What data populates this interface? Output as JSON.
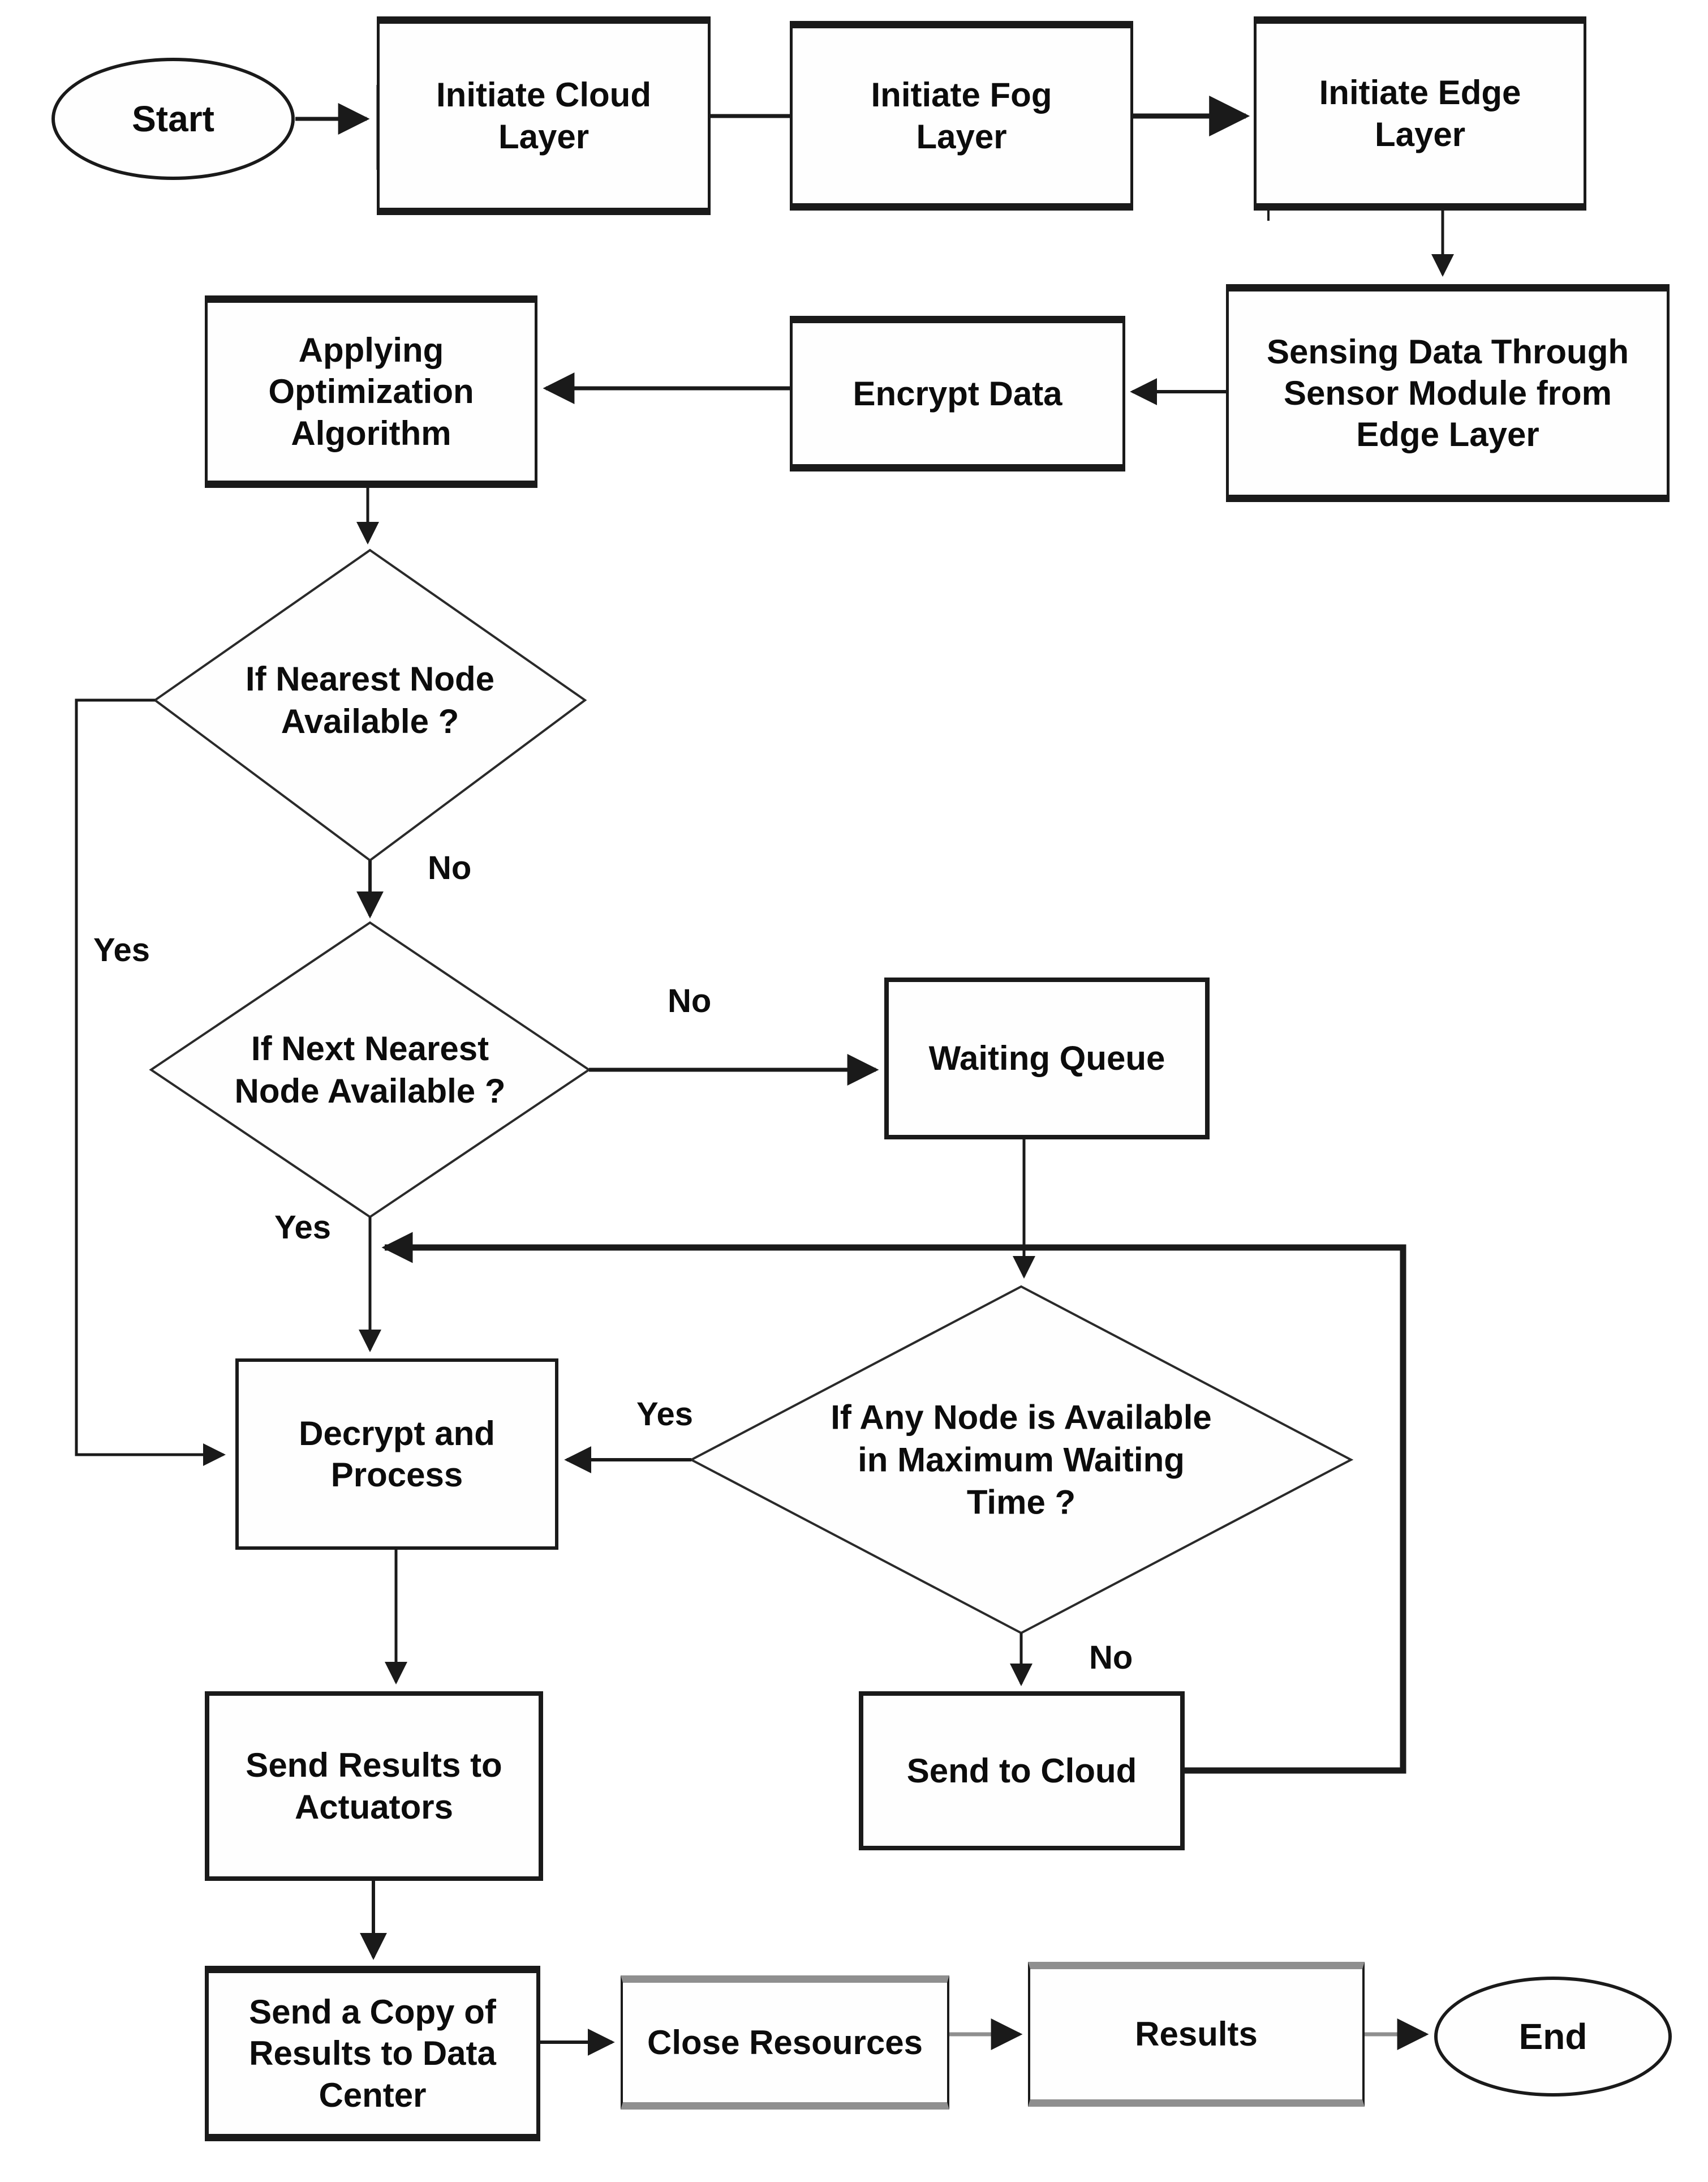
{
  "diagram": {
    "type": "flowchart",
    "colors": {
      "line": "#1a1a1a",
      "gray_accent": "#8f8f8f",
      "text": "#0c0c0c",
      "background": "#ffffff"
    },
    "nodes": {
      "start": {
        "label": "Start",
        "shape": "terminator"
      },
      "initiate_cloud_layer": {
        "label": "Initiate Cloud\nLayer",
        "shape": "process"
      },
      "initiate_fog_layer": {
        "label": "Initiate Fog\nLayer",
        "shape": "process"
      },
      "initiate_edge_layer": {
        "label": "Initiate Edge\nLayer",
        "shape": "process"
      },
      "sensing_data": {
        "label": "Sensing Data Through\nSensor Module from\nEdge Layer",
        "shape": "process"
      },
      "encrypt_data": {
        "label": "Encrypt Data",
        "shape": "process"
      },
      "applying_optimization": {
        "label": "Applying\nOptimization\nAlgorithm",
        "shape": "process"
      },
      "nearest_node_decision": {
        "label": "If Nearest Node\nAvailable ?",
        "shape": "decision"
      },
      "next_nearest_node_decision": {
        "label": "If Next Nearest\nNode Available ?",
        "shape": "decision"
      },
      "waiting_queue": {
        "label": "Waiting Queue",
        "shape": "process"
      },
      "any_node_decision": {
        "label": "If Any Node is Available\nin Maximum Waiting\nTime ?",
        "shape": "decision"
      },
      "decrypt_and_process": {
        "label": "Decrypt and\nProcess",
        "shape": "process"
      },
      "send_to_cloud": {
        "label": "Send to Cloud",
        "shape": "process"
      },
      "send_results_to_actuators": {
        "label": "Send Results to\nActuators",
        "shape": "process"
      },
      "send_copy_to_data_center": {
        "label": "Send a Copy of\nResults to Data\nCenter",
        "shape": "process"
      },
      "close_resources": {
        "label": "Close Resources",
        "shape": "process"
      },
      "results": {
        "label": "Results",
        "shape": "process"
      },
      "end": {
        "label": "End",
        "shape": "terminator"
      }
    },
    "edge_labels": {
      "nearest_no": "No",
      "nearest_yes": "Yes",
      "next_nearest_no": "No",
      "next_nearest_yes": "Yes",
      "any_node_yes": "Yes",
      "any_node_no": "No"
    }
  }
}
